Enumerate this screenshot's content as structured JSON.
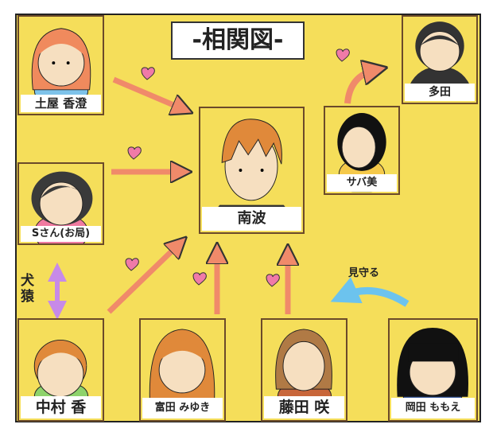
{
  "title": "-相関図-",
  "characters": {
    "tsuchiya": {
      "name": "土屋 香澄",
      "hair": "#f08a5d",
      "shirt": "#7ec3ea"
    },
    "s_san": {
      "name": "Sさん(お局)",
      "hair": "#3a3a3a",
      "shirt": "#f07aa0"
    },
    "nanba": {
      "name": "南波",
      "hair": "#e0893a",
      "shirt": "#333"
    },
    "sabami": {
      "name": "サバ美",
      "hair": "#111",
      "shirt": "#f5c94a"
    },
    "tada": {
      "name": "多田",
      "hair": "#333",
      "shirt": "#333"
    },
    "nakamura": {
      "name": "中村 香",
      "hair": "#e0893a",
      "shirt": "#8ed36b"
    },
    "tomita": {
      "name": "富田 みゆき",
      "hair": "#e0893a",
      "shirt": "#d88aa8"
    },
    "fujita": {
      "name": "藤田 咲",
      "hair": "#b07a45",
      "shirt": "#c8663a"
    },
    "okada": {
      "name": "岡田 ももえ",
      "hair": "#111",
      "shirt": "#3e5fa0"
    }
  },
  "relations": {
    "kenen": "犬猿",
    "mimamoru": "見守る"
  },
  "colors": {
    "background": "#f5de5a",
    "love_arrow": "#f08a6a",
    "watch_arrow": "#6cc3ee",
    "rival_arrow": "#c78ae8",
    "heart": "#f07aa8"
  }
}
